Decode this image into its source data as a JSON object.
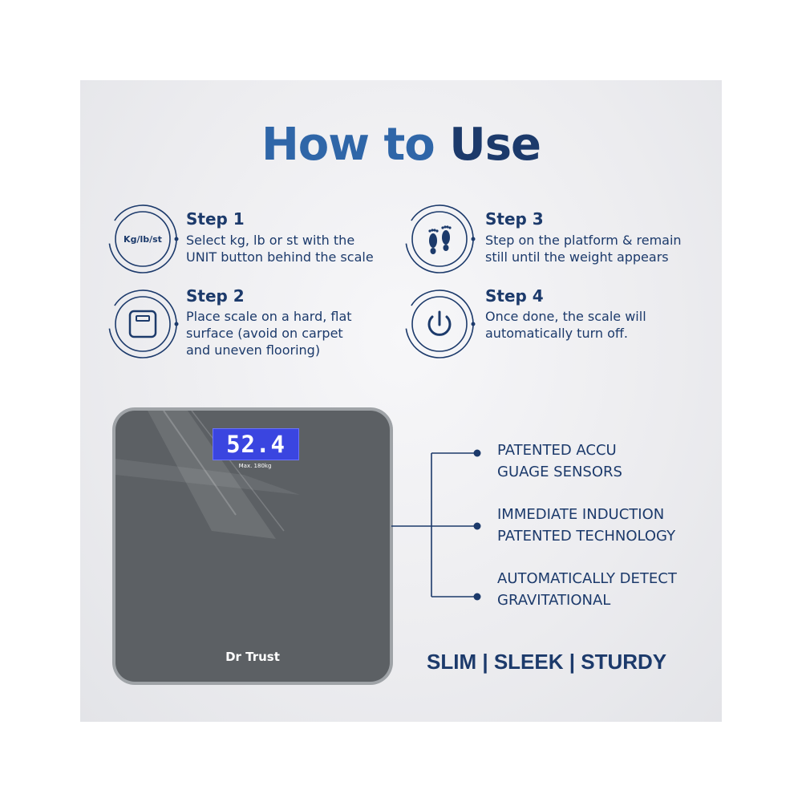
{
  "title": {
    "part1": "How to",
    "part2": "Use"
  },
  "steps": [
    {
      "heading": "Step 1",
      "lines": [
        "Select kg, lb or st with the",
        "UNIT button behind the scale"
      ],
      "icon_label": "Kg/lb/st",
      "icon": "unit-icon"
    },
    {
      "heading": "Step 2",
      "lines": [
        "Place scale on a hard, flat",
        "surface (avoid on carpet",
        "and uneven flooring)"
      ],
      "icon": "scale-icon"
    },
    {
      "heading": "Step 3",
      "lines": [
        "Step on the platform & remain",
        "still until the weight appears"
      ],
      "icon": "footprints-icon"
    },
    {
      "heading": "Step 4",
      "lines": [
        "Once done, the scale will",
        "automatically turn off."
      ],
      "icon": "power-icon"
    }
  ],
  "scale": {
    "reading": "52.4",
    "max_label": "Max. 180kg",
    "brand": "Dr Trust"
  },
  "features": [
    [
      "PATENTED ACCU",
      "GUAGE SENSORS"
    ],
    [
      "IMMEDIATE INDUCTION",
      "PATENTED TECHNOLOGY"
    ],
    [
      "AUTOMATICALLY DETECT",
      "GRAVITATIONAL"
    ]
  ],
  "tagline": "SLIM | SLEEK | STURDY",
  "colors": {
    "navy": "#1c3a6b",
    "blue": "#2f66a8",
    "display": "#3a45e0",
    "scale_body": "#5c6064"
  }
}
